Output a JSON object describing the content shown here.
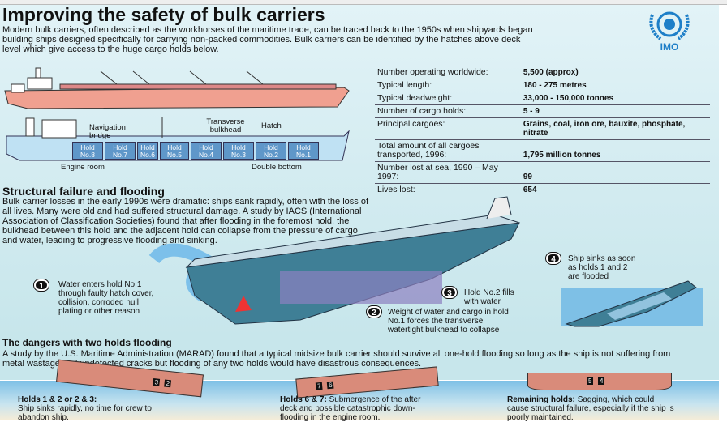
{
  "title": "Improving the safety of bulk carriers",
  "intro": "Modern bulk carriers, often described as the workhorses of the maritime trade, can be traced back to the 1950s when shipyards began building ships designed specifically for carrying non-packed commodities. Bulk carriers can be identified by the hatches above deck level which give access to the huge cargo holds below.",
  "logo": {
    "text": "IMO",
    "color": "#1e7fc8"
  },
  "diagram": {
    "labels": {
      "navigation_bridge": "Navigation bridge",
      "transverse_bulkhead": "Transverse bulkhead",
      "hatch": "Hatch",
      "engine_room": "Engine room",
      "double_bottom": "Double bottom"
    },
    "holds": [
      "Hold No.8",
      "Hold No.7",
      "Hold No.6",
      "Hold No.5",
      "Hold No.4",
      "Hold No.3",
      "Hold No.2",
      "Hold No.1"
    ]
  },
  "facts": [
    {
      "label": "Number operating worldwide:",
      "value": "5,500 (approx)"
    },
    {
      "label": "Typical length:",
      "value": "180 - 275 metres"
    },
    {
      "label": "Typical deadweight:",
      "value": "33,000 - 150,000 tonnes"
    },
    {
      "label": "Number of cargo holds:",
      "value": "5 - 9"
    },
    {
      "label": "Principal cargoes:",
      "value": "Grains, coal, iron ore, bauxite, phosphate, nitrate"
    },
    {
      "label": "Total amount of all cargoes transported, 1996:",
      "value": "1,795 million tonnes"
    },
    {
      "label": "Number lost at sea, 1990 – May 1997:",
      "value": "99"
    },
    {
      "label": "Lives lost:",
      "value": "654"
    }
  ],
  "structural": {
    "heading": "Structural failure and flooding",
    "body": "Bulk carrier losses in the early 1990s were dramatic: ships sank rapidly, often with the loss of all lives. Many were old and had suffered structural damage. A study by IACS (International Association of Classification Societies) found that after flooding in the foremost hold, the bulkhead between this hold and the adjacent hold can collapse from the pressure of cargo and water, leading to progressive flooding and sinking.",
    "steps": [
      {
        "n": "1",
        "text": "Water enters hold No.1 through faulty hatch cover, collision, corroded hull plating or other reason"
      },
      {
        "n": "2",
        "text": "Weight of water and cargo in hold No.1 forces the transverse watertight bulkhead to collapse"
      },
      {
        "n": "3",
        "text": "Hold No.2 fills with water"
      },
      {
        "n": "4",
        "text": "Ship sinks as soon as holds 1 and 2 are flooded"
      }
    ]
  },
  "dangers": {
    "heading": "The dangers with two holds flooding",
    "body": "A study by the U.S. Maritime Administration (MARAD) found that a typical midsize bulk carrier should survive all one-hold flooding so long as the ship is not suffering from metal wastage and undetected cracks but flooding of any two holds would have disastrous consequences.",
    "cases": [
      {
        "title": "Holds 1 & 2 or 2 & 3:",
        "text": "Ship sinks rapidly, no time for crew to abandon ship.",
        "marks": [
          "3",
          "2"
        ]
      },
      {
        "title": "Holds 6 & 7:",
        "text": "Submergence of the after deck and possible catastrophic down-flooding in the engine room.",
        "marks": [
          "7",
          "6"
        ]
      },
      {
        "title": "Remaining holds:",
        "text": "Sagging, which could cause structural failure, especially if the ship is poorly maintained.",
        "marks": [
          "5",
          "4"
        ]
      }
    ]
  }
}
